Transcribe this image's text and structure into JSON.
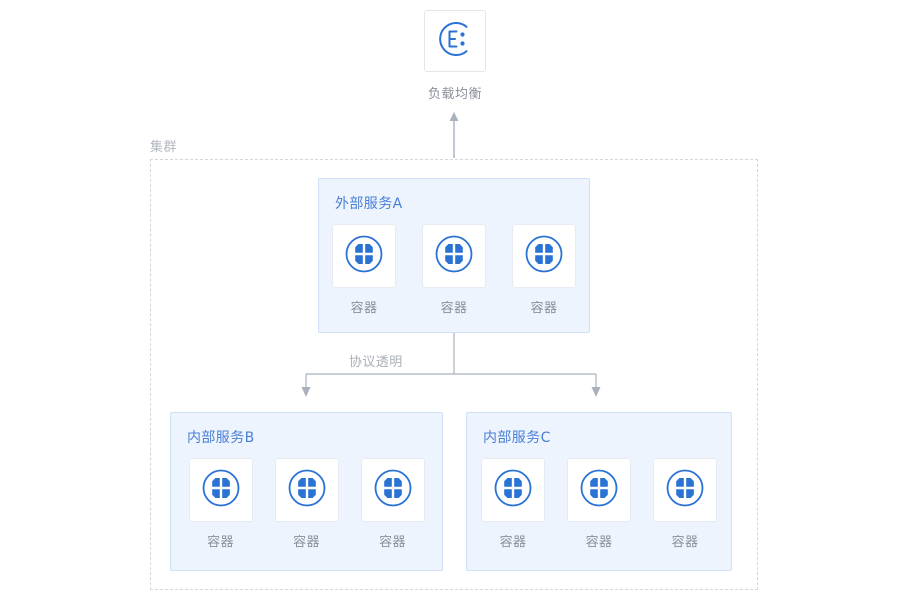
{
  "diagram": {
    "title_hidden": "",
    "colors": {
      "accent_blue": "#2a72d4",
      "service_bg": "#eef4fd",
      "service_border": "#cfe0f7",
      "service_title": "#4a7fd6",
      "label_gray": "#8a8f99",
      "cluster_border": "#d3d6db",
      "connector_gray": "#a9b1bd",
      "tile_bg": "#ffffff",
      "tile_border": "#e6ebf2"
    }
  },
  "load_balancer": {
    "label": "负载均衡",
    "icon": "load-balancer-icon"
  },
  "cluster": {
    "label": "集群"
  },
  "connector": {
    "protocol_label": "协议透明",
    "up_arrow": "arrow-up-icon",
    "down_arrow_left": "arrow-down-icon",
    "down_arrow_right": "arrow-down-icon"
  },
  "services": [
    {
      "id": "external-service-a",
      "title": "外部服务A",
      "containers": [
        {
          "label": "容器",
          "icon": "container-icon"
        },
        {
          "label": "容器",
          "icon": "container-icon"
        },
        {
          "label": "容器",
          "icon": "container-icon"
        }
      ]
    },
    {
      "id": "internal-service-b",
      "title": "内部服务B",
      "containers": [
        {
          "label": "容器",
          "icon": "container-icon"
        },
        {
          "label": "容器",
          "icon": "container-icon"
        },
        {
          "label": "容器",
          "icon": "container-icon"
        }
      ]
    },
    {
      "id": "internal-service-c",
      "title": "内部服务C",
      "containers": [
        {
          "label": "容器",
          "icon": "container-icon"
        },
        {
          "label": "容器",
          "icon": "container-icon"
        },
        {
          "label": "容器",
          "icon": "container-icon"
        }
      ]
    }
  ]
}
